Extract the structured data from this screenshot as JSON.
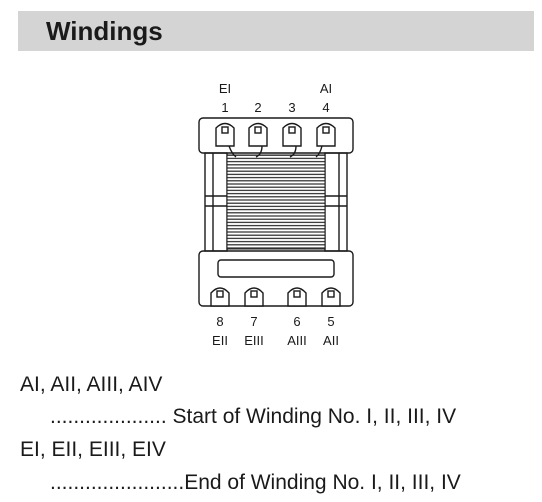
{
  "section": {
    "title": "Windings"
  },
  "diagram": {
    "top_pins": [
      {
        "number": "1",
        "name": "EI"
      },
      {
        "number": "2",
        "name": ""
      },
      {
        "number": "3",
        "name": ""
      },
      {
        "number": "4",
        "name": "AI"
      }
    ],
    "bottom_pins": [
      {
        "number": "8",
        "name": "EII"
      },
      {
        "number": "7",
        "name": "EIII"
      },
      {
        "number": "6",
        "name": "AIII"
      },
      {
        "number": "5",
        "name": "AII"
      }
    ]
  },
  "legend": {
    "start_labels": "AI, AII, AIII, AIV",
    "start_description": ".................... Start of Winding No. I, II, III, IV",
    "end_labels": "EI, EII, EIII, EIV",
    "end_description": ".......................End of Winding No. I, II, III, IV"
  }
}
